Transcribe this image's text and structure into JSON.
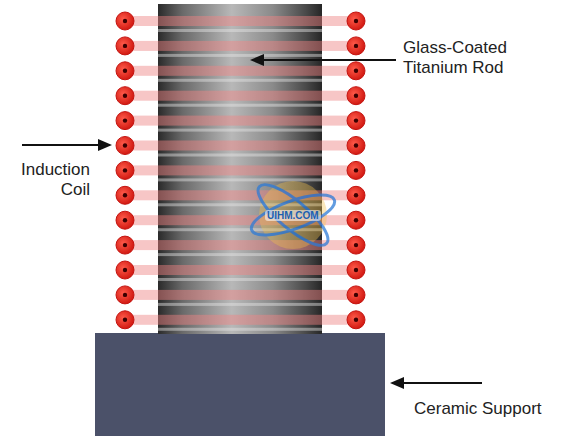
{
  "diagram": {
    "labels": [
      "Glass-Coated Titanium Rod",
      "Induction Coil",
      "Ceramic Support",
      "UIHM.COM"
    ]
  }
}
